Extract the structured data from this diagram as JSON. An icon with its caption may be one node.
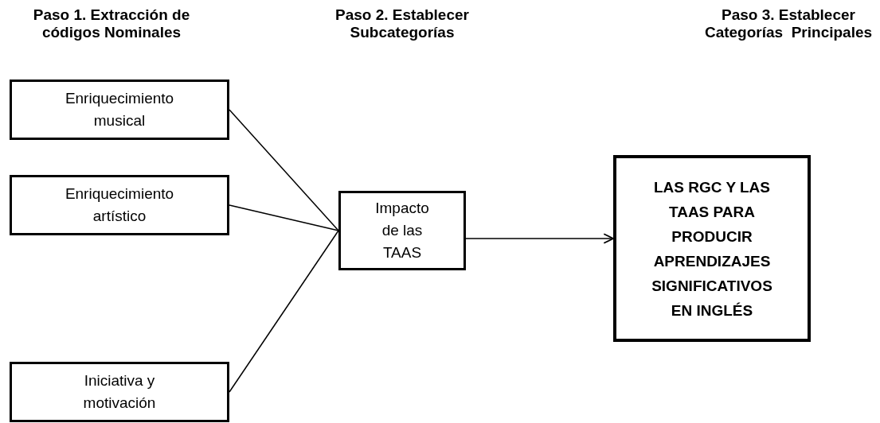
{
  "diagram": {
    "nodes": [
      {
        "text": [
          "Enriquecimiento musical"
        ]
      },
      {
        "text": [
          "Enriquecimiento artístico"
        ]
      },
      {
        "text": [
          "Iniciativa y motivación"
        ]
      },
      {
        "text": [
          "Impacto de las TAAS"
        ]
      },
      {
        "text": [
          "LAS RGC Y LAS TAAS PARA PRODUCIR APRENDIZAJES SIGNIFICATIVOS EN INGLÉS"
        ]
      }
    ],
    "edges": [
      {
        "from": 0,
        "to": 3,
        "arrow": "none"
      },
      {
        "from": 1,
        "to": 3,
        "arrow": "none"
      },
      {
        "from": 2,
        "to": 3,
        "arrow": "none"
      },
      {
        "from": 3,
        "to": 4,
        "arrow": "to"
      }
    ],
    "labels": [
      "Paso 1. Extracción de códigos Nominales",
      "Paso 2. Establecer Subcategorías",
      "Paso 3. Establecer Categorías  Principales"
    ]
  }
}
